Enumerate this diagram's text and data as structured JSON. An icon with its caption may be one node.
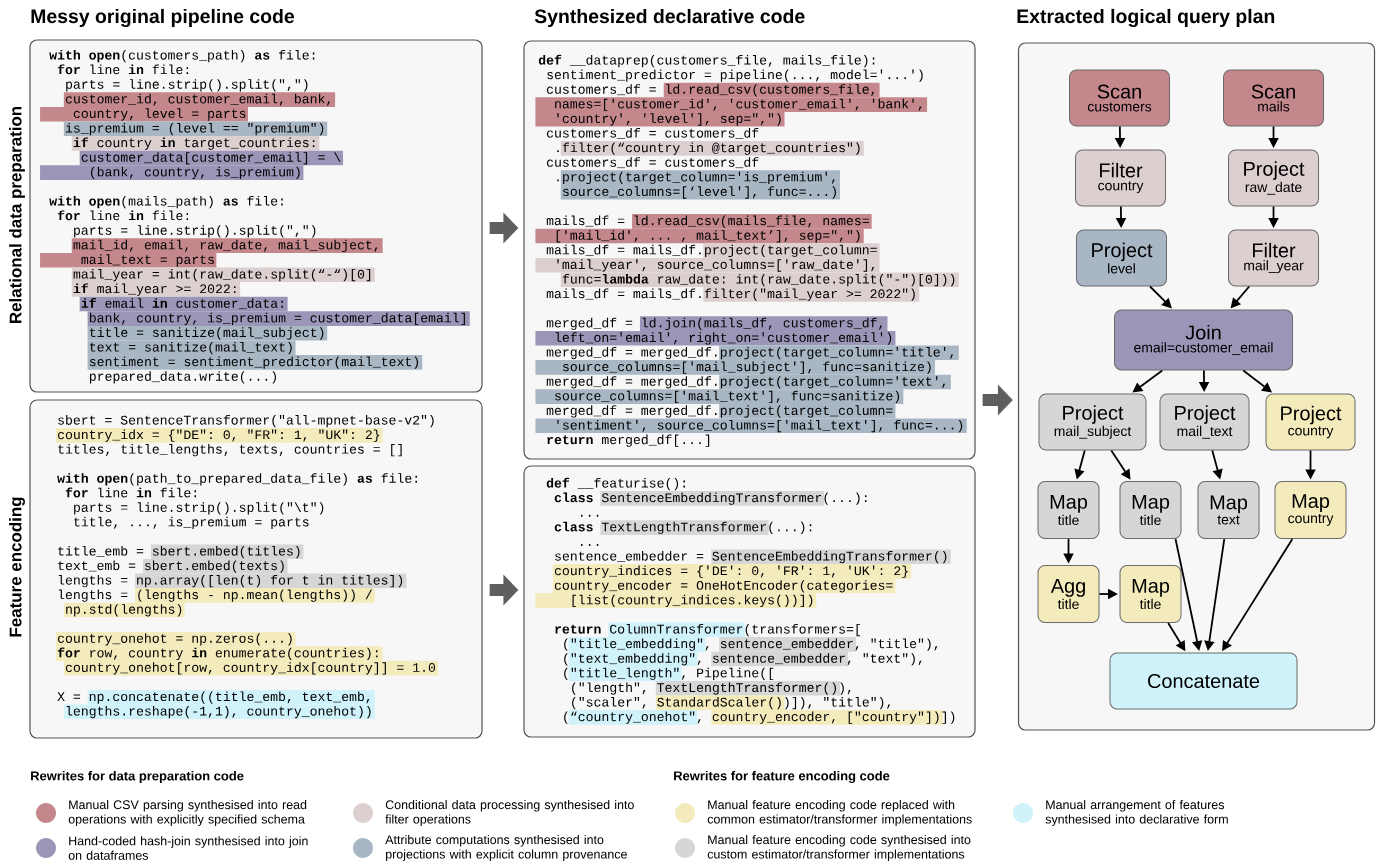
{
  "diagram": {
    "nodes": [
      {
        "text": [
          "**with** **open**(customers_path) **as** file:",
          "**for** line **in** file:",
          "parts = line.strip().split(\",\")",
          "customer_id, customer_email, bank,",
          "country, level = parts",
          "is_premium = (level == \"premium\")",
          "**if** country **in** target_countries:",
          "customer_data[customer_email] = \\",
          "(bank, country, is_premium)",
          "**with** **open**(mails_path) **as** file:",
          "**for** line **in** file:",
          "parts = line.strip().split(\",\")",
          "mail_id, email, raw_date, mail_subject,",
          "mail_text = parts",
          "mail_year = int(raw_date.split(“-“)[0]",
          "**if** mail_year >= 2022:",
          "**if** email **in** customer_data:",
          "bank, country, is_premium = customer_data[email]",
          "title = sanitize(mail_subject)",
          "text = sanitize(mail_text)",
          "sentiment = sentiment_predictor(mail_text)",
          "prepared_data.write(...)"
        ]
      },
      {
        "text": [
          "sbert = SentenceTransformer(\"all-mpnet-base-v2\")",
          "country_idx = {\"DE\": 0, \"FR\": 1, \"UK\": 2}",
          "titles, title_lengths, texts, countries = []",
          "**with** **open**(path_to_prepared_data_file) **as** file:",
          "**for** line **in** file:",
          "parts = line.strip().split(\"\\t\")",
          "title, ..., is_premium = parts",
          "title_emb = sbert.embed(titles)",
          "text_emb = sbert.embed(texts)",
          "lengths = np.array([len(t) for t in titles])",
          "lengths = (lengths - np.mean(lengths)) /",
          "np.std(lengths)",
          "country_onehot = np.zeros(...)",
          "**for** row, country **in** enumerate(countries):",
          "country_onehot[row, country_idx[country]] = 1.0",
          "X = np.concatenate((title_emb, text_emb,",
          "lengths.reshape(-1,1), country_onehot))"
        ]
      },
      {
        "text": [
          "**def** __dataprep(customers_file, mails_file):",
          "sentiment_predictor = pipeline(..., model='...')",
          "customers_df = ld.read_csv(customers_file,",
          "names=['customer_id', 'customer_email', 'bank',",
          "'country', 'level'], sep=\",\")",
          "customers_df = customers_df",
          ".filter(“country in @target_countries\")",
          "customers_df = customers_df",
          ".project(target_column='is_premium',",
          "source_columns=[‘level'], func=...)",
          "mails_df = ld.read_csv(mails_file, names=",
          "['mail_id', ... , mail_text’], sep=\",\")",
          "mails_df = mails_df.project(target_column=",
          "'mail_year', source_columns=['raw_date'],",
          "func=**lambda** raw_date: int(raw_date.split(\"-\")[0]))",
          "mails_df = mails_df.filter(\"mail_year >= 2022\")",
          "merged_df = ld.join(mails_df, customers_df,",
          "left_on='email', right_on='customer_email')",
          "merged_df = merged_df.project(target_column='title',",
          "source_columns=['mail_subject'], func=sanitize)",
          "merged_df = merged_df.project(target_column='text',",
          "source_columns=['mail_text'], func=sanitize)",
          "merged_df = merged_df.project(target_column=",
          "'sentiment', source_columns=['mail_text'], func=...)",
          "**return** merged_df[...]"
        ]
      },
      {
        "text": [
          "**def** __featurise():",
          "**class** SentenceEmbeddingTransformer(...):",
          "...",
          "**class** TextLengthTransformer(...):",
          "...",
          "sentence_embedder = SentenceEmbeddingTransformer()",
          "country_indices = {'DE': 0, 'FR': 1, 'UK': 2}",
          "country_encoder = OneHotEncoder(categories=",
          "[list(country_indices.keys())])",
          "**return** ColumnTransformer(transformers=[",
          "(\"title_embedding\", sentence_embedder, \"title\"),",
          "(\"text_embedding\", sentence_embedder, \"text\"),",
          "(\"title_length\", Pipeline([",
          "(\"length\", TextLengthTransformer()),",
          "(\"scaler\", StandardScaler())]), \"title\"),",
          "(“country_onehot\", country_encoder, [\"country\"])])"
        ]
      },
      {
        "text": [],
        "shape": "box"
      },
      {
        "text": [
          "Scan",
          "customers"
        ],
        "in": 4
      },
      {
        "text": [
          "Scan",
          "mails"
        ],
        "in": 4
      },
      {
        "text": [
          "Filter",
          "country"
        ],
        "in": 4
      },
      {
        "text": [
          "Project",
          "raw_date"
        ],
        "in": 4
      },
      {
        "text": [
          "Project",
          "level"
        ],
        "in": 4
      },
      {
        "text": [
          "Filter",
          "mail_year"
        ],
        "in": 4
      },
      {
        "text": [
          "Join",
          "email=customer_email"
        ],
        "in": 4
      },
      {
        "text": [
          "Project",
          "mail_subject"
        ],
        "in": 4
      },
      {
        "text": [
          "Project",
          "mail_text"
        ],
        "in": 4
      },
      {
        "text": [
          "Project",
          "country"
        ],
        "in": 4
      },
      {
        "text": [
          "Map",
          "title"
        ],
        "in": 4
      },
      {
        "text": [
          "Map",
          "title"
        ],
        "in": 4
      },
      {
        "text": [
          "Map",
          "text"
        ],
        "in": 4
      },
      {
        "text": [
          "Map",
          "country"
        ],
        "in": 4
      },
      {
        "text": [
          "Agg",
          "title"
        ],
        "in": 4
      },
      {
        "text": [
          "Map",
          "title"
        ],
        "in": 4
      },
      {
        "text": [
          "Concatenate"
        ],
        "in": 4
      }
    ],
    "edges": [
      {
        "from": 0,
        "to": 2,
        "arrow": "to",
        "style": "thick",
        "color": "#5f5f5f"
      },
      {
        "from": 1,
        "to": 3,
        "arrow": "to",
        "style": "thick",
        "color": "#5f5f5f"
      },
      {
        "from": 2,
        "to": 4,
        "arrow": "to",
        "style": "thick",
        "color": "#5f5f5f"
      },
      {
        "from": 5,
        "to": 7,
        "arrow": "to"
      },
      {
        "from": 7,
        "to": 9,
        "arrow": "to"
      },
      {
        "from": 6,
        "to": 8,
        "arrow": "to"
      },
      {
        "from": 8,
        "to": 10,
        "arrow": "to"
      },
      {
        "from": 9,
        "to": 11,
        "arrow": "to"
      },
      {
        "from": 10,
        "to": 11,
        "arrow": "to"
      },
      {
        "from": 11,
        "to": 12,
        "arrow": "to"
      },
      {
        "from": 11,
        "to": 13,
        "arrow": "to"
      },
      {
        "from": 11,
        "to": 14,
        "arrow": "to"
      },
      {
        "from": 12,
        "to": 15,
        "arrow": "to"
      },
      {
        "from": 12,
        "to": 16,
        "arrow": "to"
      },
      {
        "from": 13,
        "to": 17,
        "arrow": "to"
      },
      {
        "from": 14,
        "to": 18,
        "arrow": "to"
      },
      {
        "from": 15,
        "to": 19,
        "arrow": "to"
      },
      {
        "from": 19,
        "to": 20,
        "arrow": "to"
      },
      {
        "from": 16,
        "to": 21,
        "arrow": "to"
      },
      {
        "from": 20,
        "to": 21,
        "arrow": "to"
      },
      {
        "from": 17,
        "to": 21,
        "arrow": "to"
      },
      {
        "from": 18,
        "to": 21,
        "arrow": "to"
      }
    ],
    "labels": [
      "Messy original pipeline code",
      "Synthesized declarative code",
      "Extracted logical query plan",
      "Relational data preparation",
      "Feature encoding",
      "Rewrites for data preparation code",
      "Rewrites for feature encoding code"
    ],
    "legend": [
      {
        "text": "Manual CSV parsing synthesised into read operations with explicitly specified schema",
        "color": "#c4878c"
      },
      {
        "text": "Conditional data processing synthesised into filter operations",
        "color": "#dccfd0"
      },
      {
        "text": "Manual feature encoding code replaced with common estimator/transformer implementations",
        "color": "#f3ebbb"
      },
      {
        "text": "Manual arrangement of features synthesised into declarative form",
        "color": "#cff2fb"
      },
      {
        "text": "Hand-coded hash-join synthesised into join on dataframes",
        "color": "#9a96b8"
      },
      {
        "text": "Attribute computations synthesised into projections with explicit column provenance",
        "color": "#a9b7c5"
      },
      {
        "text": "Manual feature encoding code synthesised into custom estimator/transformer implementations",
        "color": "#d6d6d6"
      }
    ]
  }
}
